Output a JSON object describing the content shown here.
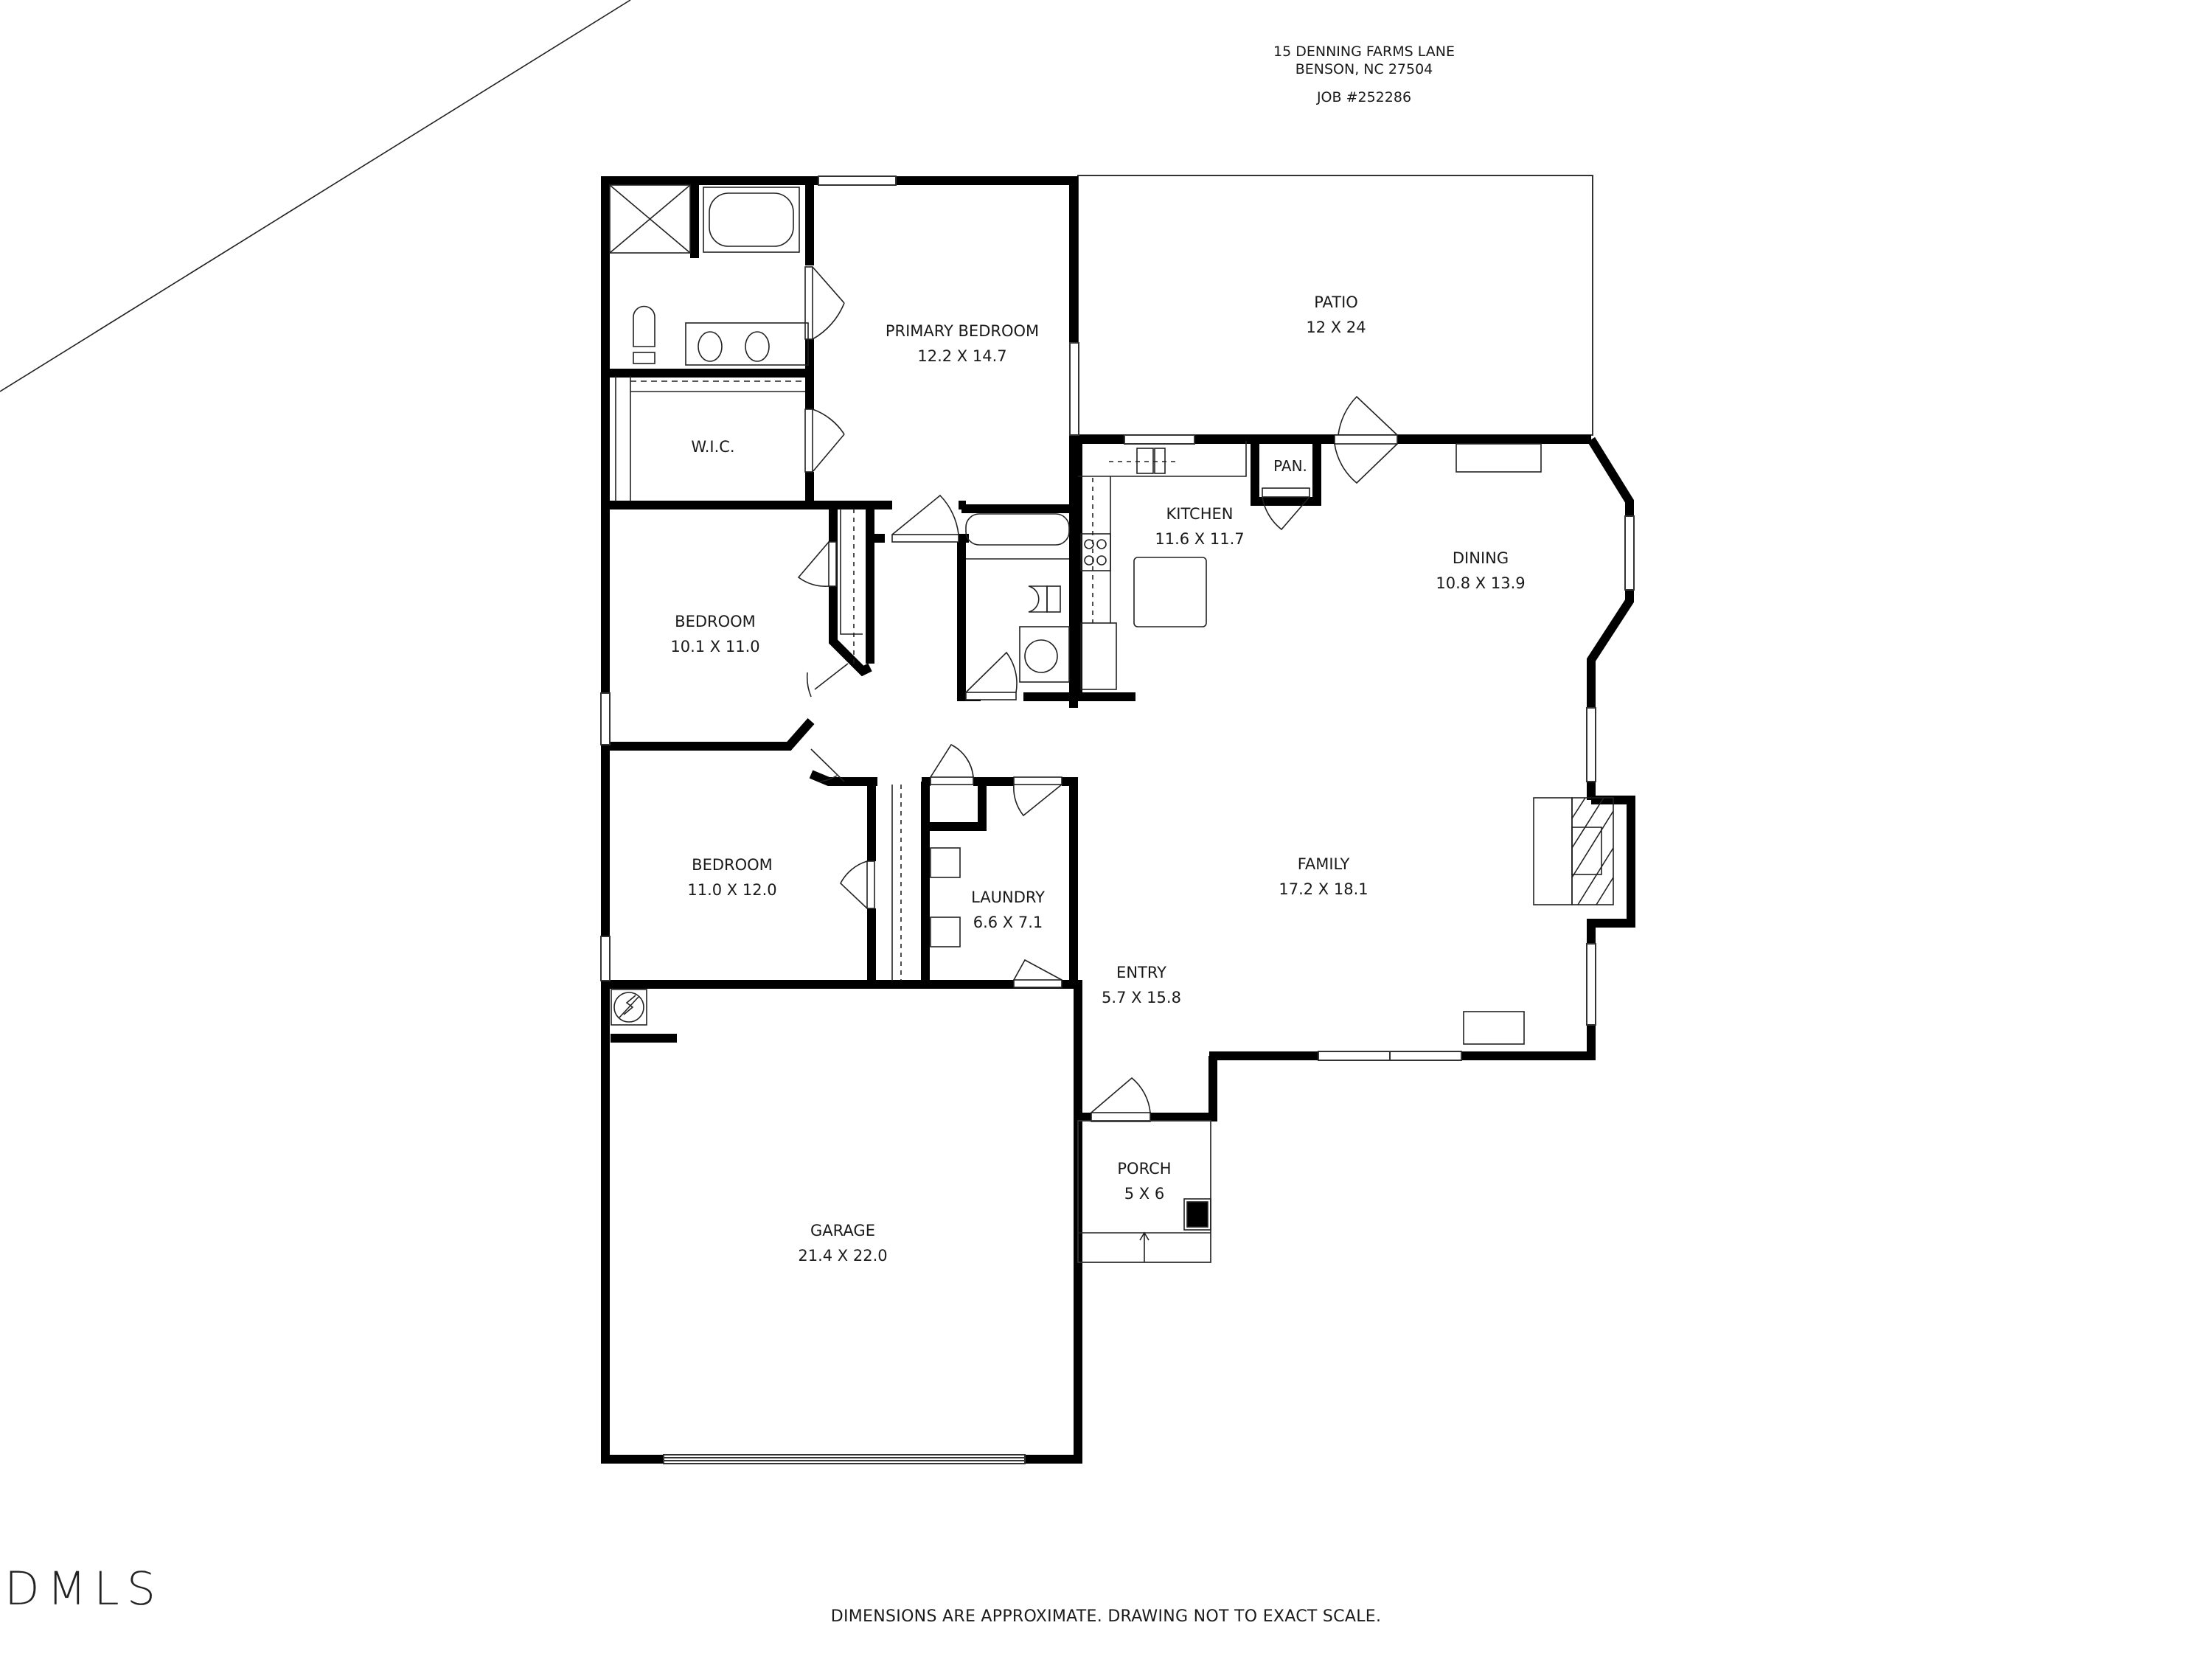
{
  "header": {
    "address_line1": "15 DENNING FARMS LANE",
    "address_line2": "BENSON, NC 27504",
    "job": "JOB #252286"
  },
  "rooms": {
    "primary_bedroom": {
      "name": "PRIMARY BEDROOM",
      "dims": "12.2 X 14.7"
    },
    "wic": {
      "name": "W.I.C.",
      "dims": ""
    },
    "patio": {
      "name": "PATIO",
      "dims": "12 X 24"
    },
    "pantry": {
      "name": "PAN.",
      "dims": ""
    },
    "kitchen": {
      "name": "KITCHEN",
      "dims": "11.6 X 11.7"
    },
    "dining": {
      "name": "DINING",
      "dims": "10.8 X 13.9"
    },
    "bedroom2": {
      "name": "BEDROOM",
      "dims": "10.1 X 11.0"
    },
    "bedroom3": {
      "name": "BEDROOM",
      "dims": "11.0 X 12.0"
    },
    "laundry": {
      "name": "LAUNDRY",
      "dims": "6.6 X 7.1"
    },
    "family": {
      "name": "FAMILY",
      "dims": "17.2 X 18.1"
    },
    "entry": {
      "name": "ENTRY",
      "dims": "5.7 X 15.8"
    },
    "porch": {
      "name": "PORCH",
      "dims": "5 X 6"
    },
    "garage": {
      "name": "GARAGE",
      "dims": "21.4 X 22.0"
    }
  },
  "footer": {
    "disclaimer": "DIMENSIONS ARE APPROXIMATE. DRAWING NOT TO EXACT SCALE."
  },
  "logo": {
    "text": "DMLS"
  },
  "colors": {
    "wall": "#000000",
    "line": "#1a1a1a",
    "background": "#ffffff"
  }
}
